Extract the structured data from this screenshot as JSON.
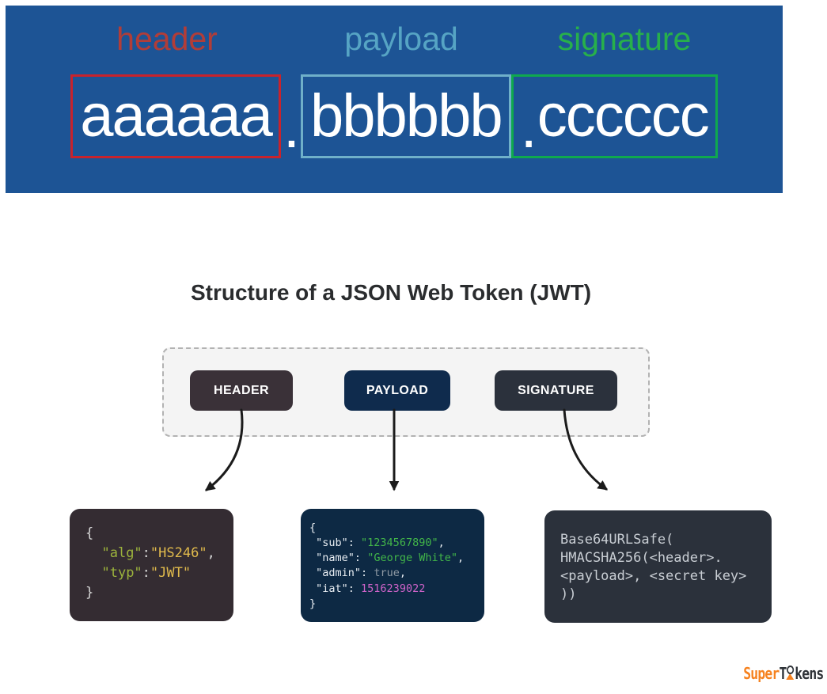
{
  "banner": {
    "bg": "#1d5495",
    "labels": {
      "header": {
        "text": "header",
        "color": "#b23d38"
      },
      "payload": {
        "text": "payload",
        "color": "#56a4c4"
      },
      "signature": {
        "text": "signature",
        "color": "#27b04b"
      }
    },
    "token": {
      "header_text": "aaaaaa",
      "separator": ".",
      "payload_text": "bbbbbb",
      "signature_text": "cccccc",
      "text_color": "#ffffff",
      "box_borders": {
        "header": "#c8232c",
        "payload": "#6fb0c9",
        "signature": "#0fa94e"
      }
    }
  },
  "title": "Structure of a JSON Web Token (JWT)",
  "diagram": {
    "container_bg": "#f4f4f4",
    "arrow_color": "#1b1b1b",
    "buttons": {
      "header": {
        "label": "HEADER",
        "bg": "#3a3138"
      },
      "payload": {
        "label": "PAYLOAD",
        "bg": "#0f2b4d"
      },
      "signature": {
        "label": "SIGNATURE",
        "bg": "#2b313c"
      }
    }
  },
  "code_boxes": {
    "header": {
      "bg": "#342c32",
      "lines": [
        [
          {
            "t": "{",
            "c": "pun"
          }
        ],
        [
          {
            "t": "  ",
            "c": "pun"
          },
          {
            "t": "\"alg\"",
            "c": "key"
          },
          {
            "t": ":",
            "c": "pun"
          },
          {
            "t": "\"HS246\"",
            "c": "str"
          },
          {
            "t": ",",
            "c": "pun"
          }
        ],
        [
          {
            "t": "  ",
            "c": "pun"
          },
          {
            "t": "\"typ\"",
            "c": "key"
          },
          {
            "t": ":",
            "c": "pun"
          },
          {
            "t": "\"JWT\"",
            "c": "str"
          }
        ],
        [
          {
            "t": "}",
            "c": "pun"
          }
        ]
      ]
    },
    "payload": {
      "bg": "#0d2944",
      "lines": [
        [
          {
            "t": "{",
            "c": "w"
          }
        ],
        [
          {
            "t": " ",
            "c": "w"
          },
          {
            "t": "\"sub\"",
            "c": "w"
          },
          {
            "t": ": ",
            "c": "w"
          },
          {
            "t": "\"1234567890\"",
            "c": "grn"
          },
          {
            "t": ",",
            "c": "w"
          }
        ],
        [
          {
            "t": " ",
            "c": "w"
          },
          {
            "t": "\"name\"",
            "c": "w"
          },
          {
            "t": ": ",
            "c": "w"
          },
          {
            "t": "\"George White\"",
            "c": "grn"
          },
          {
            "t": ",",
            "c": "w"
          }
        ],
        [
          {
            "t": " ",
            "c": "w"
          },
          {
            "t": "\"admin\"",
            "c": "w"
          },
          {
            "t": ": ",
            "c": "w"
          },
          {
            "t": "true",
            "c": "mut"
          },
          {
            "t": ",",
            "c": "w"
          }
        ],
        [
          {
            "t": " ",
            "c": "w"
          },
          {
            "t": "\"iat\"",
            "c": "w"
          },
          {
            "t": ": ",
            "c": "w"
          },
          {
            "t": "1516239022",
            "c": "mag"
          }
        ],
        [
          {
            "t": "}",
            "c": "w"
          }
        ]
      ]
    },
    "signature": {
      "bg": "#2b313b",
      "lines": [
        [
          {
            "t": "Base64URLSafe(",
            "c": "sig"
          }
        ],
        [
          {
            "t": "HMACSHA256(<header>.",
            "c": "sig"
          }
        ],
        [
          {
            "t": "<payload>, <secret key>",
            "c": "sig"
          }
        ],
        [
          {
            "t": "))",
            "c": "sig"
          }
        ]
      ]
    }
  },
  "logo": {
    "super": "Super",
    "t": "T",
    "kens": "kens",
    "orange": "#f6821f",
    "dark": "#2f3338"
  }
}
